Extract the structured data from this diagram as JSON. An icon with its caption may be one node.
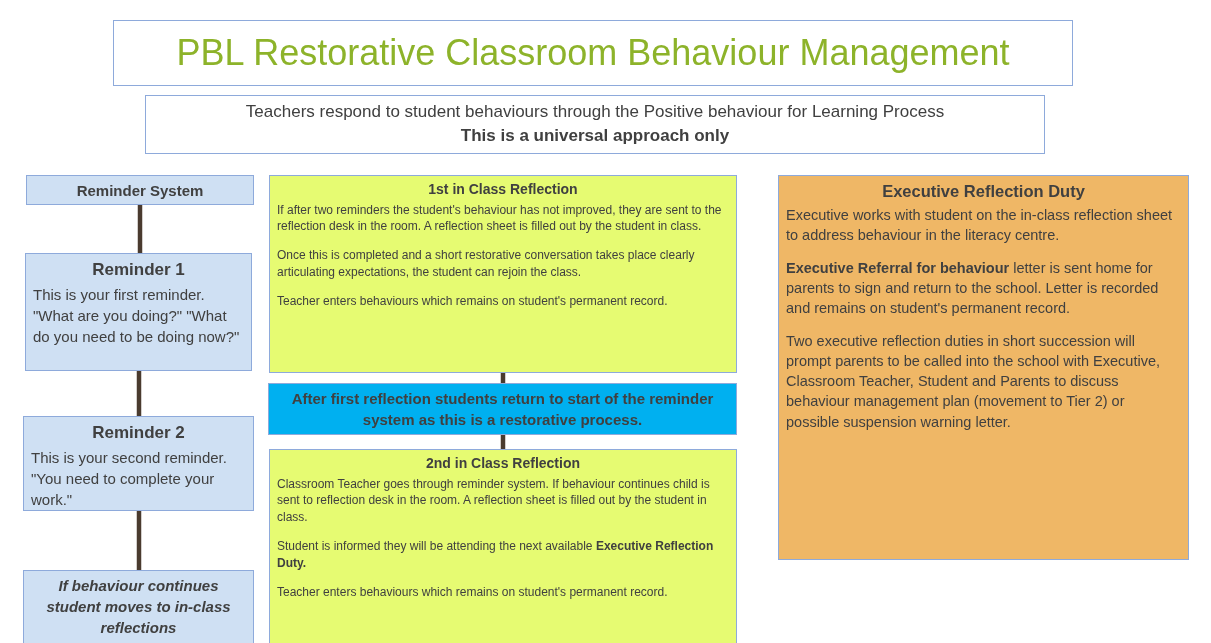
{
  "diagram": {
    "title": "PBL Restorative Classroom Behaviour Management",
    "nodes": [
      {
        "text": [
          "Teachers respond to student behaviours through the Positive behaviour for Learning Process",
          "This is a universal approach only"
        ]
      },
      {
        "text": [
          "Reminder System"
        ]
      },
      {
        "text": [
          "Reminder 1",
          "This is your first reminder. \"What are you doing?\" \"What do you need to be doing now?\""
        ]
      },
      {
        "text": [
          "Reminder 2",
          "This is your second reminder. \"You need to complete your work.\""
        ]
      },
      {
        "text": [
          "If behaviour continues student moves to in-class reflections"
        ]
      },
      {
        "text": [
          "1st in Class Reflection",
          "If after two reminders the student's behaviour has not improved, they are sent to the reflection desk in the room. A reflection sheet is filled out by the student in class.",
          "Once this is completed and a short restorative conversation takes place clearly articulating expectations, the student can rejoin the class.",
          "Teacher enters behaviours which remains on student's permanent record."
        ]
      },
      {
        "text": [
          "After first reflection students return to start of the reminder system as this is a restorative process."
        ]
      },
      {
        "text": [
          "2nd in Class Reflection",
          "Classroom Teacher goes through reminder system. If behaviour continues child is sent to reflection desk in the room. A reflection sheet is filled out by the student in class.",
          "Student is informed they will be attending the next available **Executive Reflection Duty.**",
          "Teacher enters behaviours which remains on student's permanent record."
        ]
      },
      {
        "text": [
          "Executive Reflection Duty",
          "Executive works with student on the in-class reflection sheet to address behaviour in the literacy centre.",
          "**Executive Referral for behaviour** letter is sent home for parents to sign and return to the school. Letter is recorded and remains on student's permanent record.",
          "Two executive reflection duties in short succession will prompt parents to be called into the school with Executive, Classroom Teacher, Student and Parents to discuss behaviour management plan (movement to Tier 2) or possible suspension warning letter."
        ]
      }
    ],
    "edges": [
      {
        "from": 1,
        "to": 2,
        "arrow": "none"
      },
      {
        "from": 2,
        "to": 3,
        "arrow": "none"
      },
      {
        "from": 3,
        "to": 4,
        "arrow": "none"
      },
      {
        "from": 5,
        "to": 6,
        "arrow": "none"
      },
      {
        "from": 6,
        "to": 7,
        "arrow": "none"
      }
    ]
  }
}
